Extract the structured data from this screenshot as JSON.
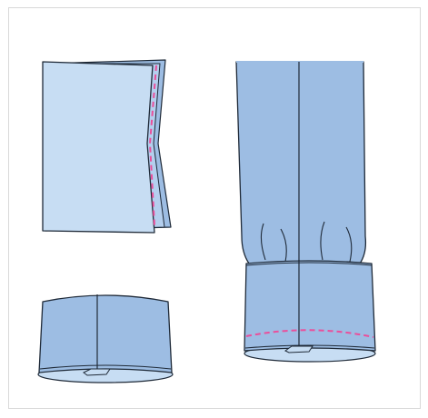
{
  "illustration": {
    "panels": [
      {
        "id": "folded-cuff-piece",
        "step": 1
      },
      {
        "id": "cuff-closed-band",
        "step": 2
      },
      {
        "id": "sleeve-with-attached-cuff",
        "step": 3
      }
    ],
    "colors": {
      "fabric_light": "#c7ddf3",
      "fabric_mid": "#9dbde3",
      "fabric_dark": "#7fa6d6",
      "outline": "#1f2a38",
      "stitch": "#ea4f9b",
      "frame_border": "#d9d9d9"
    }
  }
}
